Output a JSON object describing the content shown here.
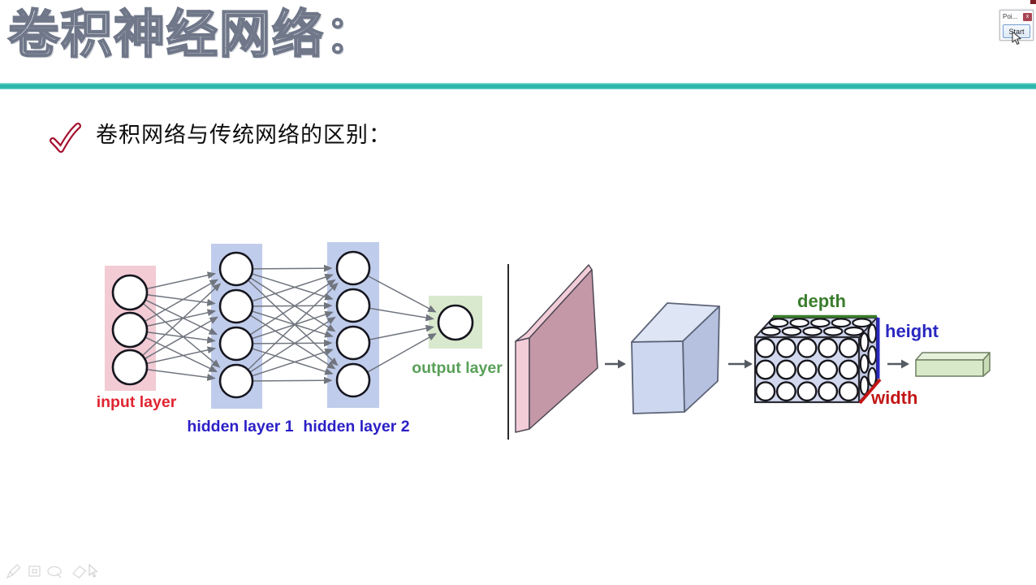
{
  "slide": {
    "title": "卷积神经网络：",
    "bullet_text": "卷积网络与传统网络的区别：",
    "accent_line_color": "#2cb6ab",
    "checkmark_color": "#a50f2d"
  },
  "network_diagram": {
    "layers": [
      {
        "label": "input layer",
        "neurons": 3,
        "box_color": "#f3cbd4",
        "label_color": "#e02531"
      },
      {
        "label": "hidden layer 1",
        "neurons": 4,
        "box_color": "#c0cceb",
        "label_color": "#2b1fc6"
      },
      {
        "label": "hidden layer 2",
        "neurons": 4,
        "box_color": "#c0cceb",
        "label_color": "#2b1fc6"
      },
      {
        "label": "output layer",
        "neurons": 1,
        "box_color": "#d9e9cd",
        "label_color": "#58a058"
      }
    ]
  },
  "volume_diagram": {
    "depth_label": {
      "text": "depth",
      "color": "#3a7d2c"
    },
    "height_label": {
      "text": "height",
      "color": "#2a28c0"
    },
    "width_label": {
      "text": "width",
      "color": "#c21616"
    }
  },
  "pointer_window": {
    "title": "Poi...",
    "close_label": "x",
    "start_button_label": "Start"
  },
  "annotation_toolbar": {
    "tools": [
      "pen",
      "stamp",
      "lasso",
      "eraser",
      "cursor"
    ]
  }
}
